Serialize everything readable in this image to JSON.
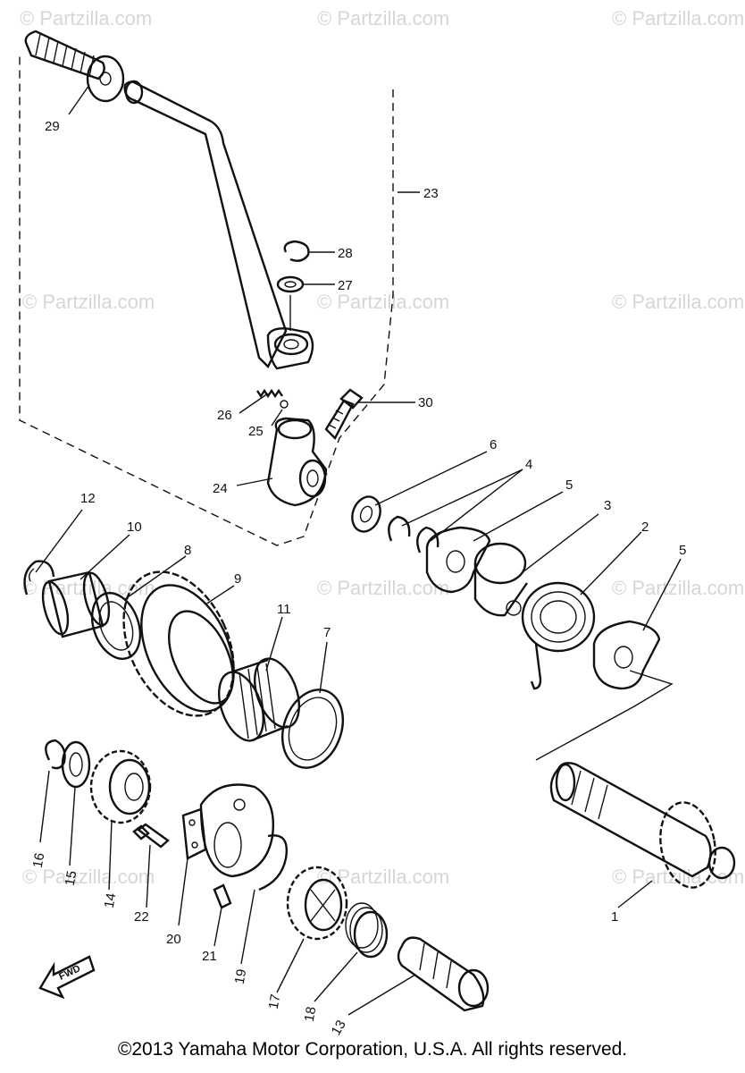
{
  "watermark": "© Partzilla.com",
  "copyright": "©2013  Yamaha Motor Corporation, U.S.A. All rights reserved.",
  "fwd_label": "FWD",
  "callouts": {
    "p1": "1",
    "p2": "2",
    "p3": "3",
    "p4": "4",
    "p5a": "5",
    "p5b": "5",
    "p6": "6",
    "p7": "7",
    "p8": "8",
    "p9": "9",
    "p10": "10",
    "p11": "11",
    "p12": "12",
    "p13": "13",
    "p14": "14",
    "p15": "15",
    "p16": "16",
    "p17": "17",
    "p18": "18",
    "p19": "19",
    "p20": "20",
    "p21": "21",
    "p22": "22",
    "p23": "23",
    "p24": "24",
    "p25": "25",
    "p26": "26",
    "p27": "27",
    "p28": "28",
    "p29": "29",
    "p30": "30"
  }
}
